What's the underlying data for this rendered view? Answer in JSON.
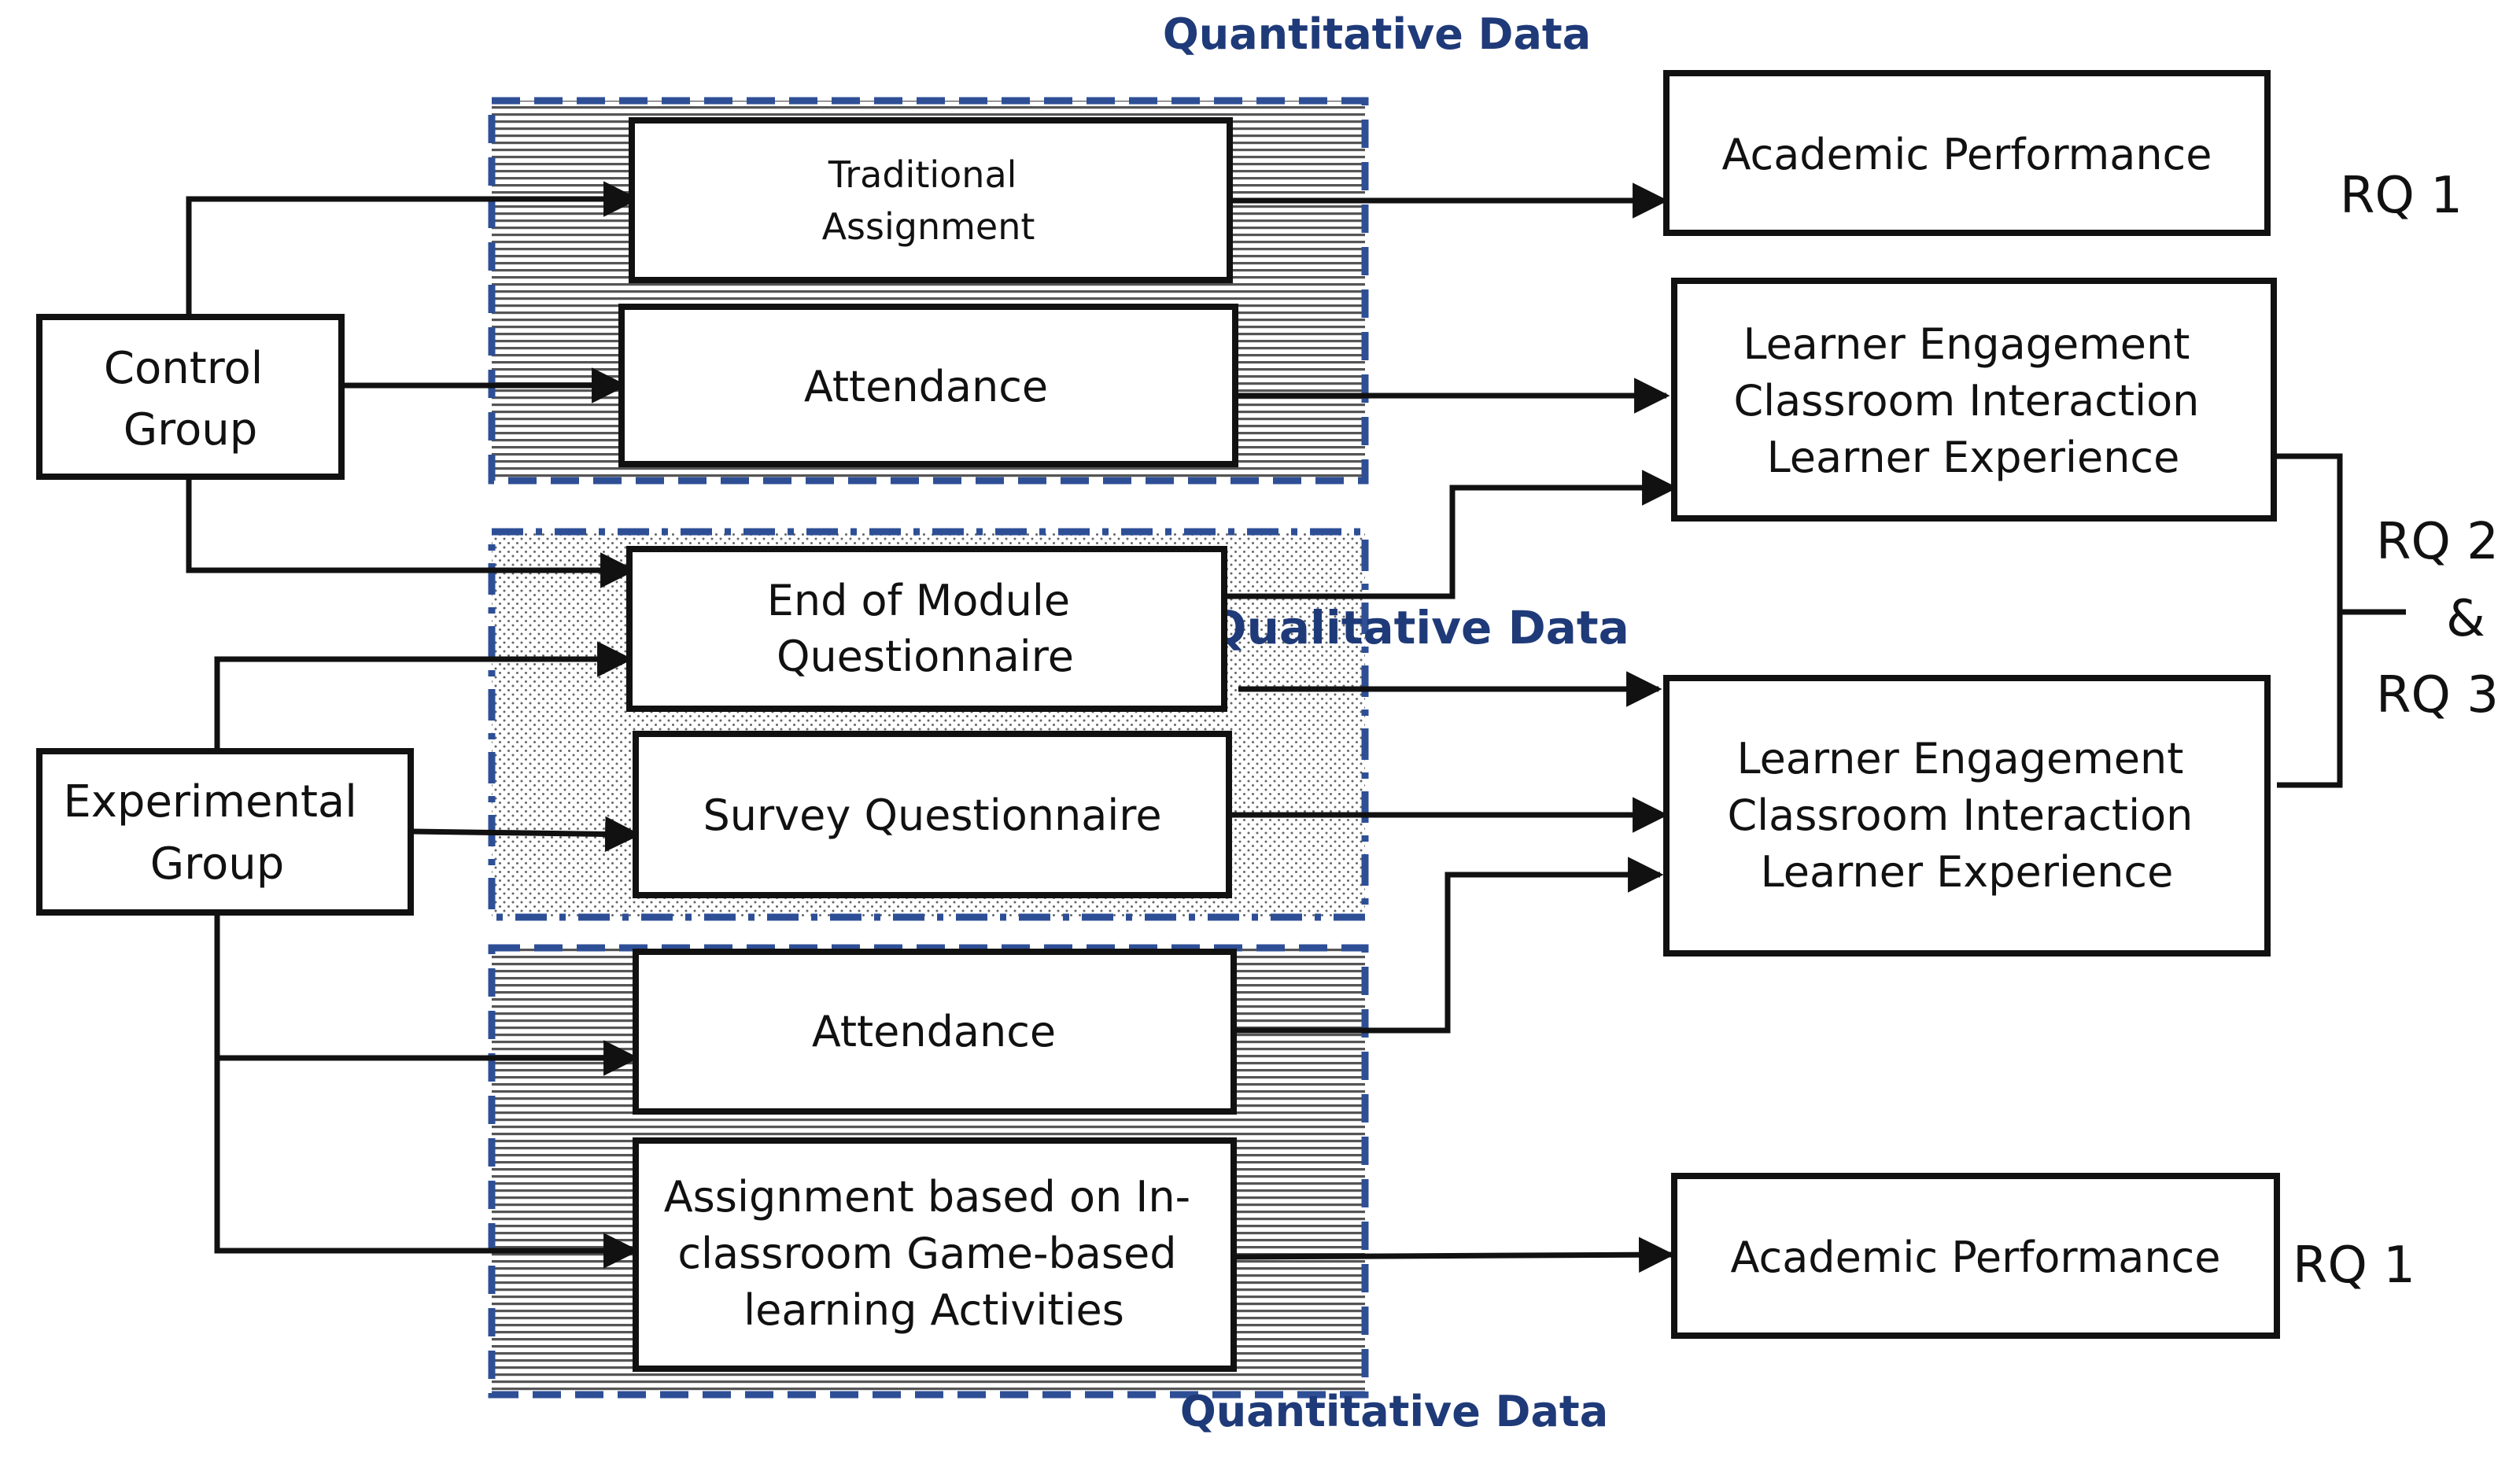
{
  "region_labels": {
    "quantitative_top": "Quantitative Data",
    "qualitative": "Qualitative Data",
    "quantitative_bottom": "Quantitative Data"
  },
  "groups": {
    "control": [
      "Control",
      "Group"
    ],
    "experimental": [
      "Experimental",
      "Group"
    ]
  },
  "instruments": {
    "traditional_assignment": [
      "Traditional",
      "Assignment"
    ],
    "attendance_top": [
      "Attendance"
    ],
    "end_of_module": [
      "End of Module",
      "Questionnaire"
    ],
    "survey": [
      "Survey Questionnaire"
    ],
    "attendance_bottom": [
      "Attendance"
    ],
    "game_assignment": [
      "Assignment based on In-",
      "classroom Game-based",
      "learning Activities"
    ]
  },
  "outcomes": {
    "academic_top": [
      "Academic Performance"
    ],
    "engagement_top": [
      "Learner Engagement",
      "Classroom Interaction",
      "Learner Experience"
    ],
    "engagement_bottom": [
      "Learner Engagement",
      "Classroom Interaction",
      "Learner Experience"
    ],
    "academic_bottom": [
      "Academic Performance"
    ]
  },
  "research_questions": {
    "rq1_top": "RQ 1",
    "rq2": "RQ 2",
    "and": "&",
    "rq3": "RQ 3",
    "rq1_bottom": "RQ 1"
  },
  "colors": {
    "region_border": "#2e4f96",
    "region_label": "#1f3a78",
    "box_border": "#111111",
    "hatch": "#555555",
    "dots": "#666666"
  }
}
